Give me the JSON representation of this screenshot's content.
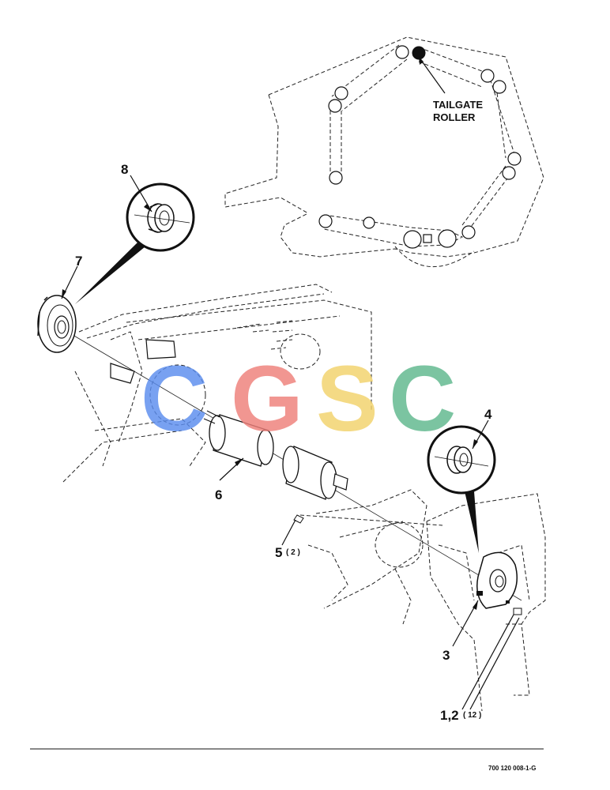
{
  "diagram": {
    "tailgate_label_line1": "TAILGATE",
    "tailgate_label_line2": "ROLLER",
    "callouts": {
      "c1_2": "1,2",
      "c1_2_qty": "( 12 )",
      "c3": "3",
      "c4": "4",
      "c5": "5",
      "c5_qty": "( 2 )",
      "c6": "6",
      "c7": "7",
      "c8": "8"
    },
    "reference_number": "700 120 008-1-G"
  },
  "watermark": {
    "letters": [
      "C",
      "G",
      "S",
      "C"
    ],
    "colors": [
      "#5b8def",
      "#ef7f7a",
      "#f2d36b",
      "#5fb88d"
    ]
  }
}
